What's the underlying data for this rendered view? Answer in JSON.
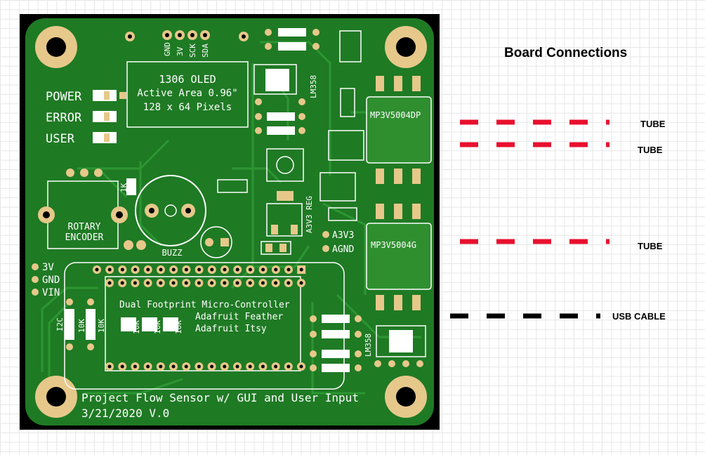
{
  "board": {
    "oled_model": "1306 OLED",
    "oled_area": "Active Area 0.96\"",
    "oled_pixels": "128 x 64 Pixels",
    "hdr_gnd": "GND",
    "hdr_3v": "3V",
    "hdr_sck": "SCK",
    "hdr_sda": "SDA",
    "lm358_top": "LM358",
    "lm358_bottom": "LM358",
    "sensor_top": "MP3V5004DP",
    "sensor_bottom": "MP3V5004G",
    "led_power": "POWER",
    "led_error": "ERROR",
    "led_user": "USER",
    "res_1k": "1K",
    "rotary_line1": "ROTARY",
    "rotary_line2": "ENCODER",
    "buzz": "BUZZ",
    "reg": "A3V3 REG",
    "a3v3": "A3V3",
    "agnd": "AGND",
    "pin_3v": "3V",
    "pin_gnd": "GND",
    "pin_vin": "VIN",
    "i2c": "I2C",
    "r10k_a": "10K",
    "r10k_b": "10K",
    "r10k_c": "10K",
    "r10k_d": "10K",
    "r10k_e": "10K",
    "mcu_title": "Dual Footprint Micro-Controller",
    "mcu_feather": "Adafruit Feather",
    "mcu_itsy": "Adafruit Itsy",
    "project_title": "Project Flow Sensor w/ GUI and User Input",
    "project_date": "3/21/2020 V.0"
  },
  "legend": {
    "title": "Board Connections",
    "tube1": "TUBE",
    "tube2": "TUBE",
    "tube3": "TUBE",
    "usb": "USB CABLE"
  },
  "colors": {
    "board_edge": "#000000",
    "copper": "#1f7a24",
    "soldermask": "#2f8f2f",
    "pad": "#e6c88a",
    "silkscreen": "#ffffff",
    "tube_line": "#e8102e",
    "usb_line": "#000000"
  }
}
